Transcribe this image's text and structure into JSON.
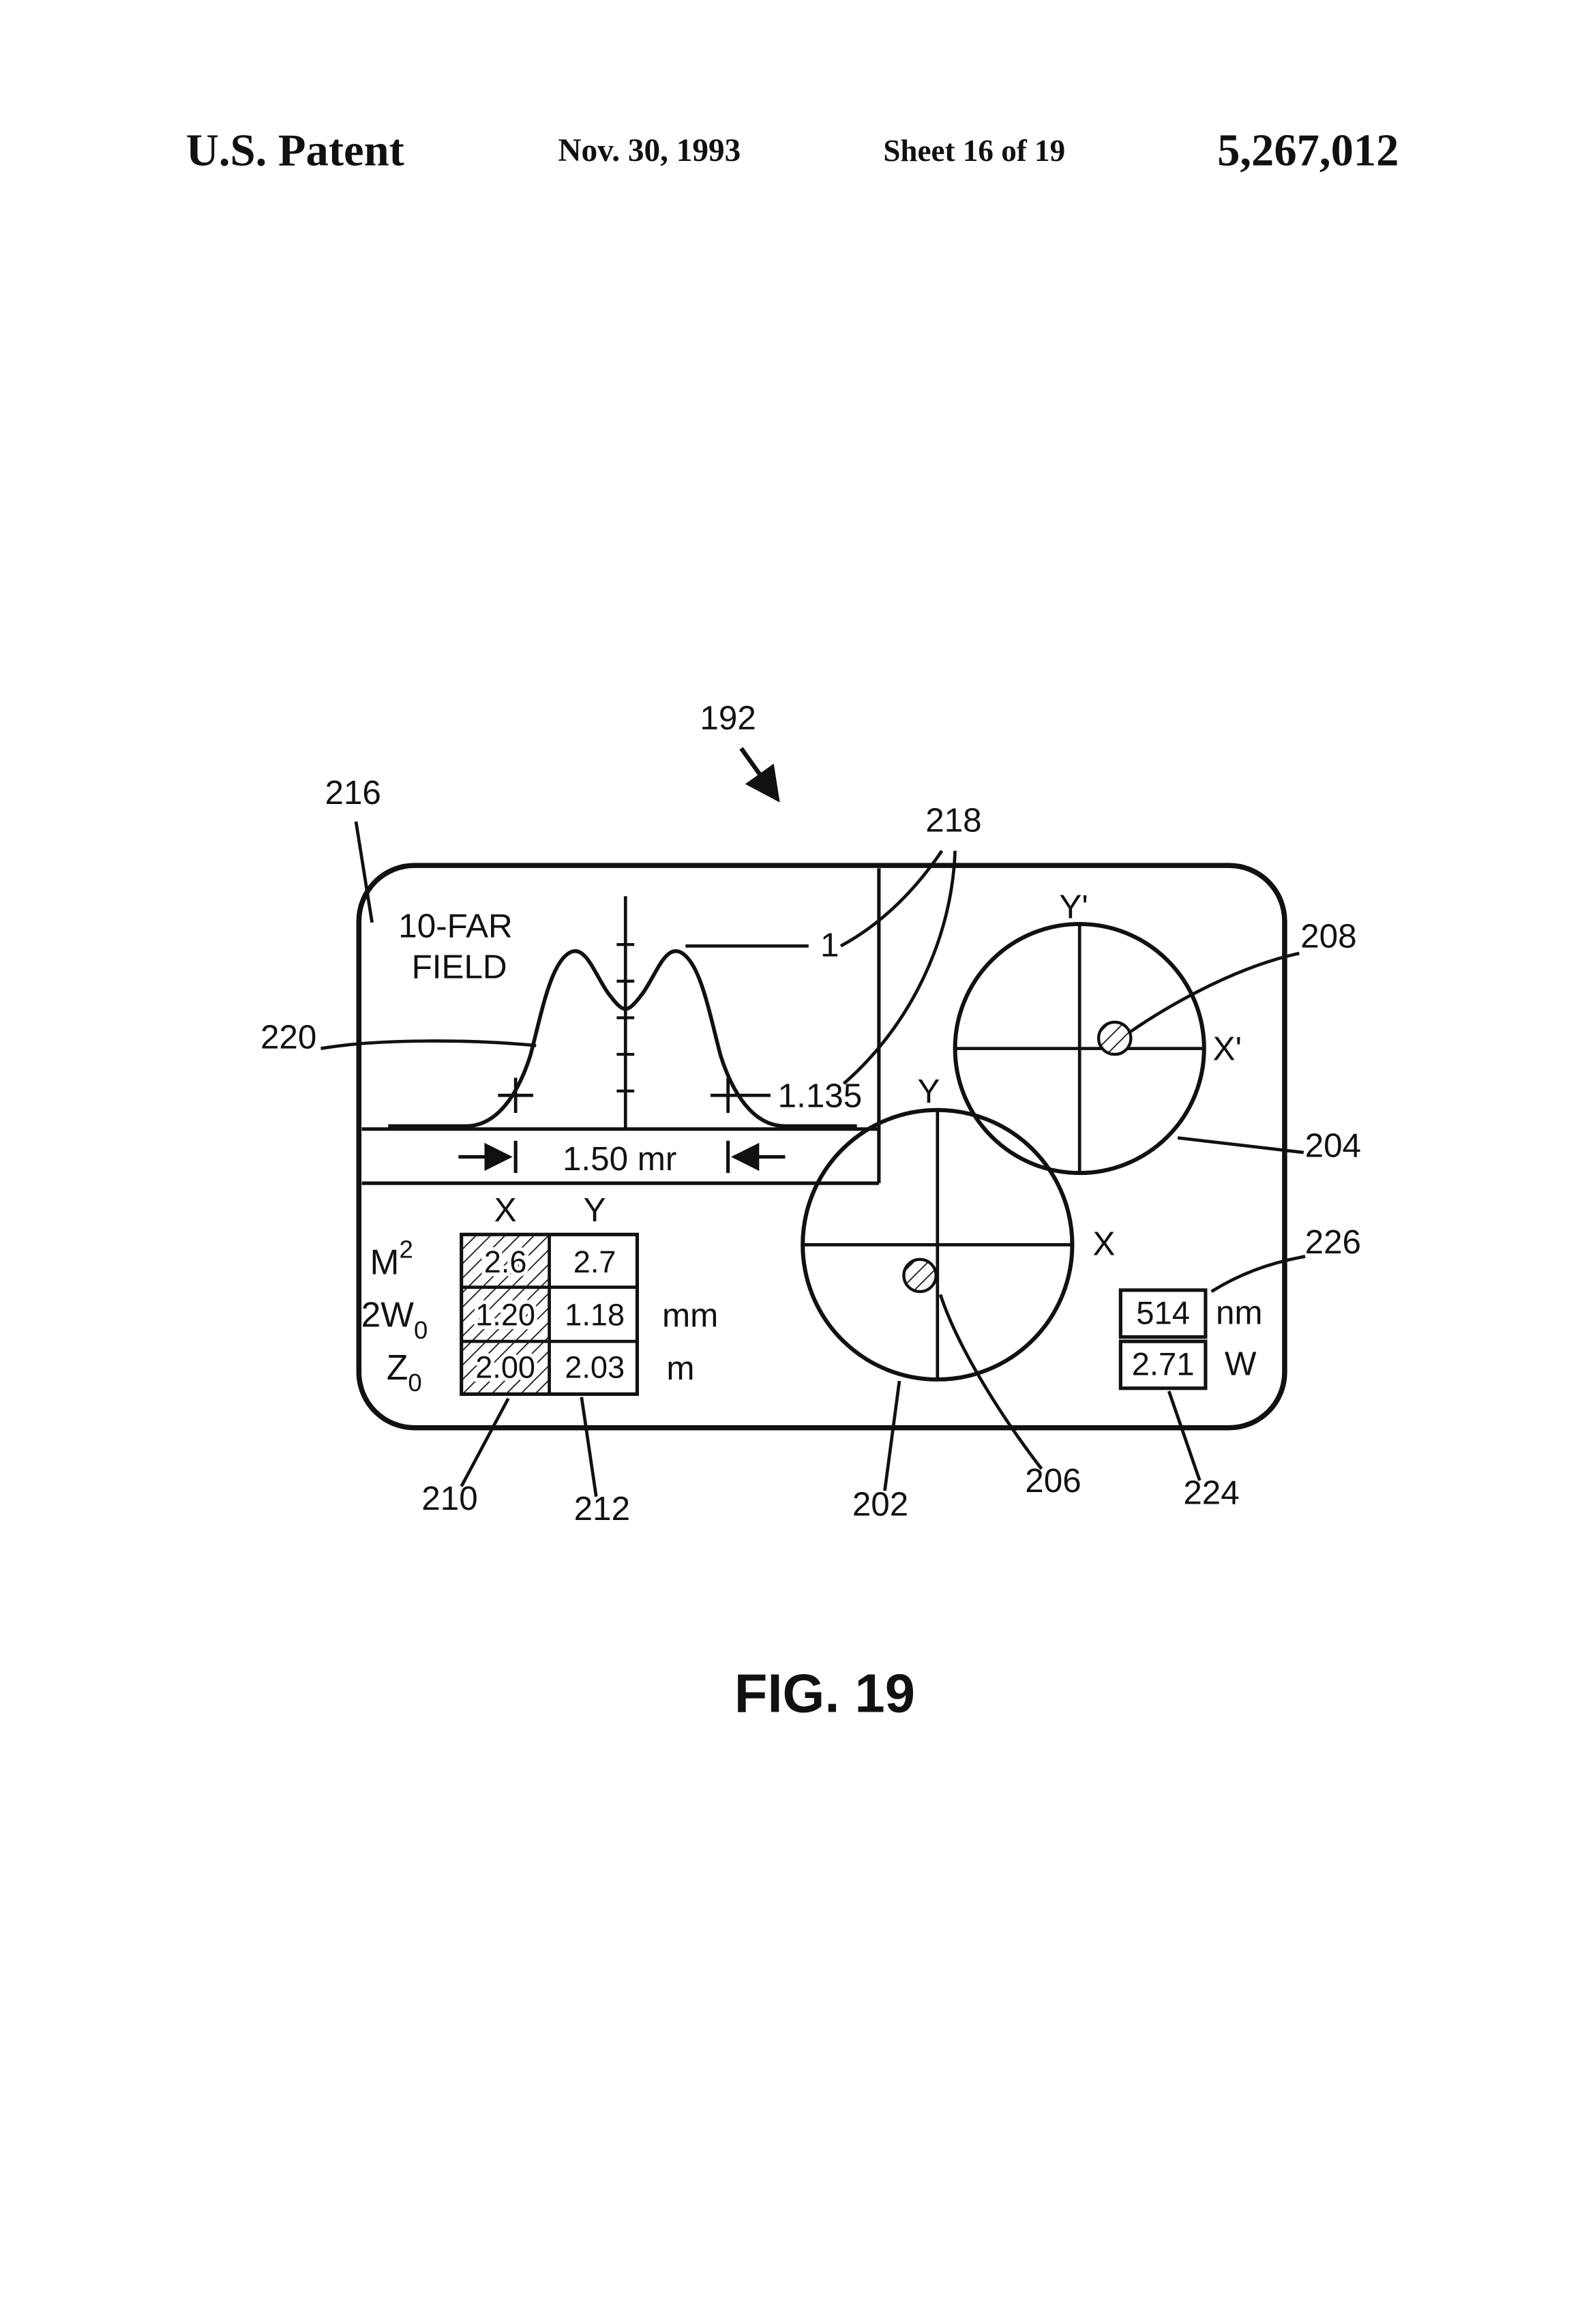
{
  "header": {
    "patent_label": "U.S. Patent",
    "date": "Nov. 30, 1993",
    "sheet_info": "Sheet 16 of 19",
    "patent_number": "5,267,012"
  },
  "figure": {
    "caption": "FIG. 19",
    "screen_title_line1": "10-FAR",
    "screen_title_line2": "FIELD",
    "peak_level_label": "1",
    "clip_level_label": "1.135",
    "beam_width_value": "1.50 mr",
    "table": {
      "col_x": "X",
      "col_y": "Y",
      "rows": [
        {
          "base": "M",
          "script": "2",
          "x_value": "2.6",
          "y_value": "2.7",
          "unit": ""
        },
        {
          "base": "2W",
          "script": "0",
          "x_value": "1.20",
          "y_value": "1.18",
          "unit": "mm"
        },
        {
          "base": "Z",
          "script": "0",
          "x_value": "2.00",
          "y_value": "2.03",
          "unit": "m"
        }
      ]
    },
    "axes": {
      "lower_y": "Y",
      "lower_x": "X",
      "upper_y": "Y'",
      "upper_x": "X'"
    },
    "readouts": [
      {
        "value": "514",
        "unit": "nm"
      },
      {
        "value": "2.71",
        "unit": "W"
      }
    ],
    "refs": {
      "display": "192",
      "bezel": "216",
      "cursors": "218",
      "profile": "220",
      "upper_spot": "208",
      "upper_circle": "204",
      "wavelength_box": "226",
      "table_col_x": "210",
      "table_col_y": "212",
      "lower_circle": "202",
      "lower_spot": "206",
      "power_box": "224"
    }
  }
}
